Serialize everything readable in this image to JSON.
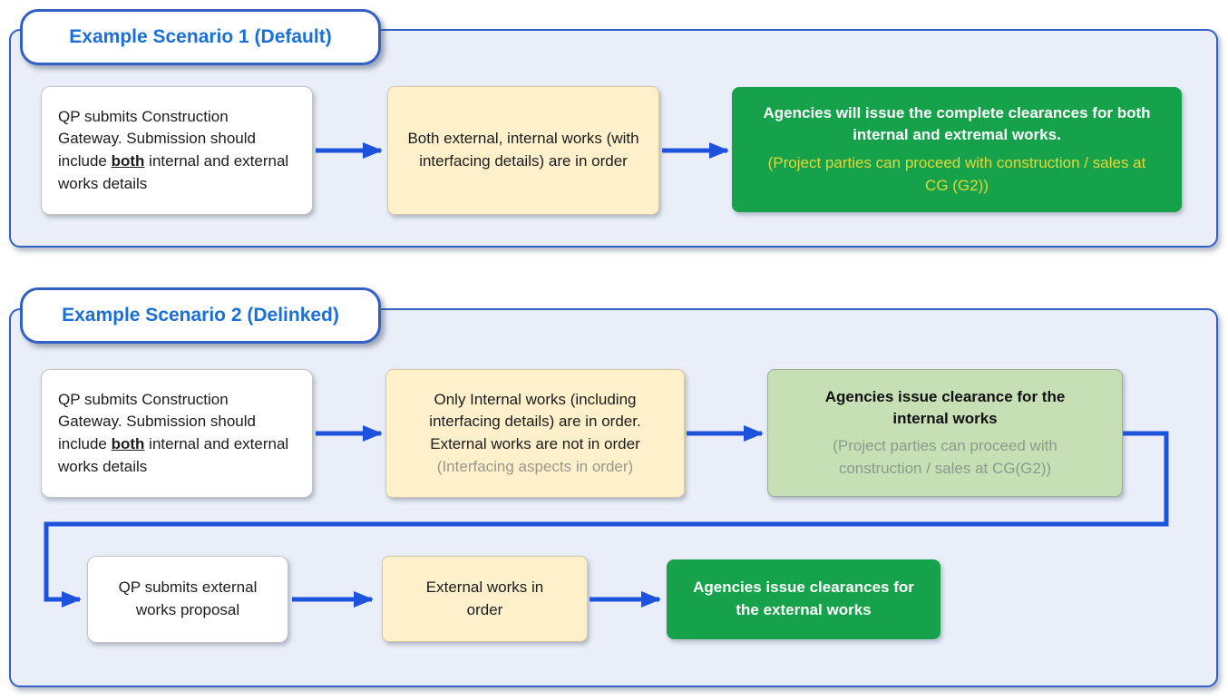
{
  "colors": {
    "panel_bg": "#e9eef8",
    "panel_border": "#3260c6",
    "title_text": "#1a6fd9",
    "arrow": "#1d52dd",
    "cream_box_bg": "#fdf0cb",
    "green_box_bg": "#15a24a",
    "green_subtitle_text": "#e2d83b",
    "light_green_box_bg": "#c6dfb4",
    "muted_note_text": "#9b978c",
    "light_green_subtitle_text": "#8b9b8b"
  },
  "scenarios": [
    {
      "title": "Example Scenario 1 (Default)",
      "qp_box": {
        "text_before": "QP submits Construction Gateway. Submission should include ",
        "emphasis": "both",
        "text_after": " internal and external works details"
      },
      "condition_box": {
        "text": "Both external, internal works (with interfacing details) are in order"
      },
      "outcome_box": {
        "title": "Agencies will issue the complete clearances for both internal and extremal works.",
        "subtitle": "(Project parties can proceed with construction / sales at CG (G2))"
      }
    },
    {
      "title": "Example Scenario 2 (Delinked)",
      "qp_box": {
        "text_before": "QP submits Construction Gateway. Submission should include ",
        "emphasis": "both",
        "text_after": " internal and external works details"
      },
      "condition_box": {
        "text": "Only Internal works (including interfacing details) are in order. External works are not in order",
        "note": "(Interfacing aspects in order)"
      },
      "internal_outcome_box": {
        "title": "Agencies issue clearance for the internal works",
        "subtitle": "(Project parties can proceed with construction / sales at CG(G2))"
      },
      "external_proposal_box": {
        "text": "QP submits external works proposal"
      },
      "external_condition_box": {
        "text": "External works in order"
      },
      "external_outcome_box": {
        "title": "Agencies issue clearances for the external works"
      }
    }
  ]
}
